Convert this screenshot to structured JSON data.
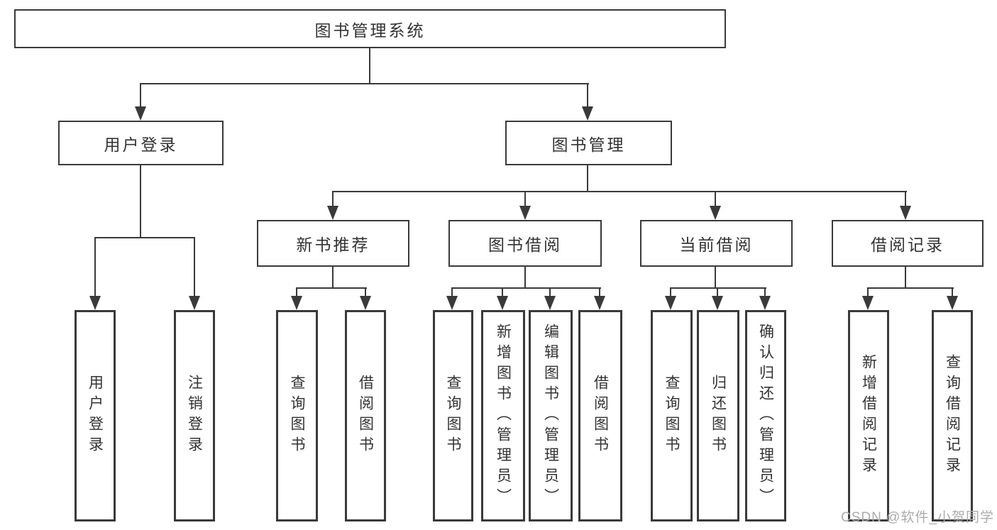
{
  "colors": {
    "bg": "#ffffff",
    "line": "#3a3a3a",
    "text": "#333333",
    "watermark": "#ababab"
  },
  "watermark": {
    "text": "CSDN @软件_小贺同学"
  },
  "tree": {
    "root": {
      "label": "图书管理系统",
      "children": [
        {
          "label": "用户登录",
          "children": [
            {
              "label": "用户登录"
            },
            {
              "label": "注销登录"
            }
          ]
        },
        {
          "label": "图书管理",
          "children": [
            {
              "label": "新书推荐",
              "children": [
                {
                  "label": "查询图书"
                },
                {
                  "label": "借阅图书"
                }
              ]
            },
            {
              "label": "图书借阅",
              "children": [
                {
                  "label": "查询图书"
                },
                {
                  "label": "新增图书（管理员）"
                },
                {
                  "label": "编辑图书（管理员）"
                },
                {
                  "label": "借阅图书"
                }
              ]
            },
            {
              "label": "当前借阅",
              "children": [
                {
                  "label": "查询图书"
                },
                {
                  "label": "归还图书"
                },
                {
                  "label": "确认归还（管理员）"
                }
              ]
            },
            {
              "label": "借阅记录",
              "children": [
                {
                  "label": "新增借阅记录"
                },
                {
                  "label": "查询借阅记录"
                }
              ]
            }
          ]
        }
      ]
    }
  }
}
